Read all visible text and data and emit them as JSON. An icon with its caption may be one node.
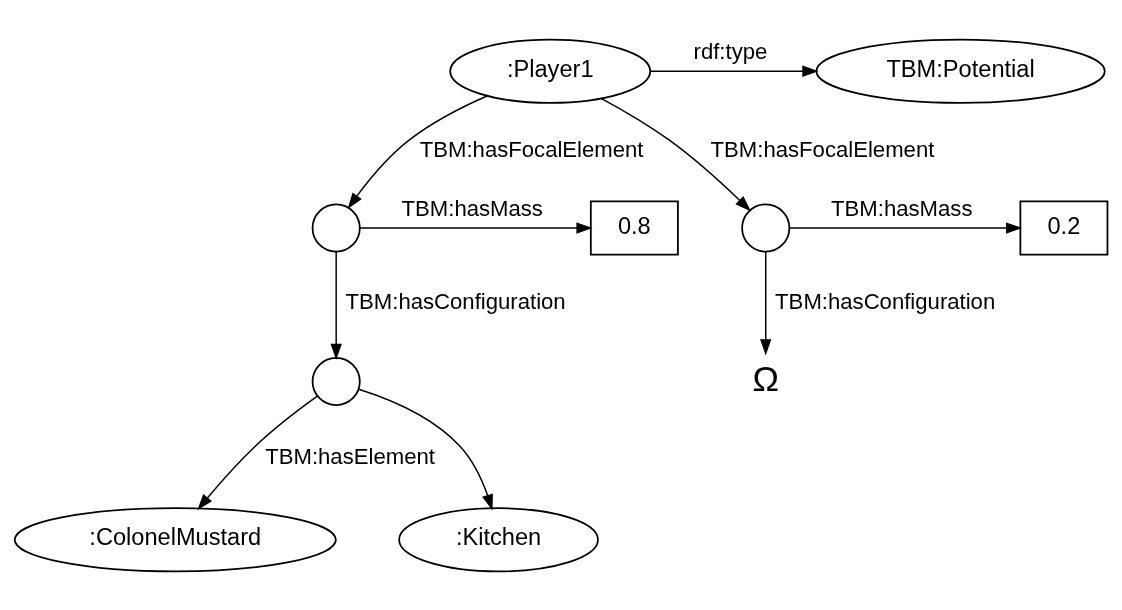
{
  "diagram": {
    "nodes": [
      {
        "text": [
          "TBM:Potential"
        ]
      },
      {
        "text": [
          ":Player1"
        ]
      },
      {
        "text": [
          "0.8"
        ]
      },
      {
        "text": [],
        "shape": "circle"
      },
      {
        "text": [],
        "shape": "circle"
      },
      {
        "text": [
          "0.2"
        ]
      },
      {
        "text": [],
        "shape": "circle"
      },
      {
        "text": [
          "Ω"
        ]
      },
      {
        "text": [
          ":ColonelMustard"
        ]
      },
      {
        "text": [
          ":Kitchen"
        ]
      }
    ],
    "edges": [
      {
        "from": 1,
        "to": 0,
        "arrow": "to",
        "label": "rdf:type"
      },
      {
        "from": 1,
        "to": 3,
        "arrow": "to",
        "label": "TBM:hasFocalElement"
      },
      {
        "from": 1,
        "to": 4,
        "arrow": "to",
        "label": "TBM:hasFocalElement"
      },
      {
        "from": 3,
        "to": 2,
        "arrow": "to",
        "label": "TBM:hasMass"
      },
      {
        "from": 4,
        "to": 5,
        "arrow": "to",
        "label": "TBM:hasMass"
      },
      {
        "from": 3,
        "to": 6,
        "arrow": "to",
        "label": "TBM:hasConfiguration"
      },
      {
        "from": 4,
        "to": 7,
        "arrow": "to",
        "label": "TBM:hasConfiguration"
      },
      {
        "from": 6,
        "to": 8,
        "arrow": "to",
        "label": "TBM:hasElement"
      },
      {
        "from": 6,
        "to": 9,
        "arrow": "to"
      }
    ]
  }
}
